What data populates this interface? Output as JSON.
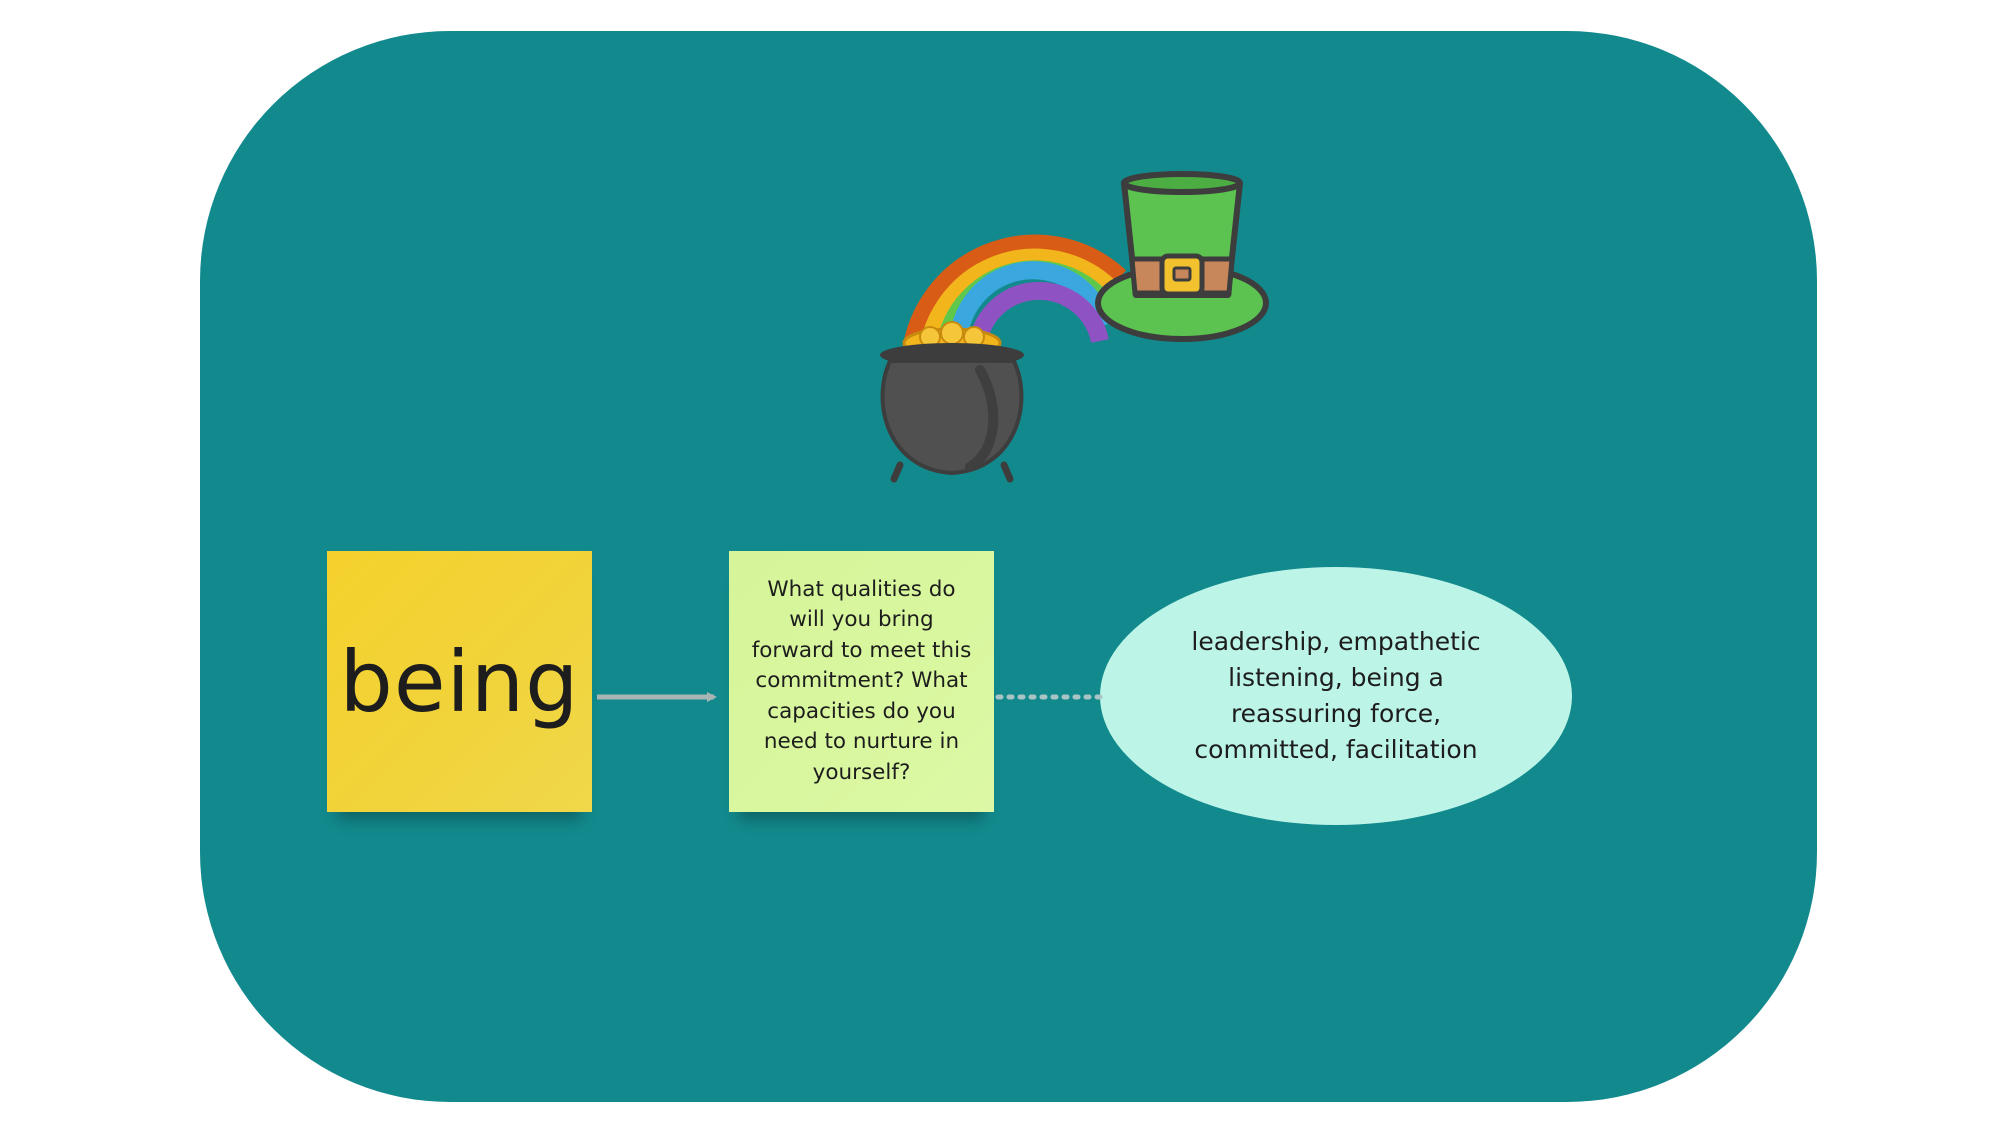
{
  "colors": {
    "page_background": "#ffffff",
    "board_background": "#128a8d",
    "sticky_yellow": "#f2d232",
    "sticky_green": "#d8f69e",
    "bubble_fill": "#bdf4e8",
    "arrow": "#a9b4b4",
    "dotted_connector": "#a9c4c4"
  },
  "illustration": {
    "icons": [
      "rainbow-icon",
      "pot-of-gold-icon",
      "leprechaun-hat-icon"
    ]
  },
  "diagram": {
    "yellow_sticky_text": "being",
    "green_sticky_text": "What qualities do will you bring forward to meet this commitment? What capacities do you need to nurture in yourself?",
    "bubble_text": "leadership, empathetic listening, being a reassuring force, committed, facilitation"
  }
}
